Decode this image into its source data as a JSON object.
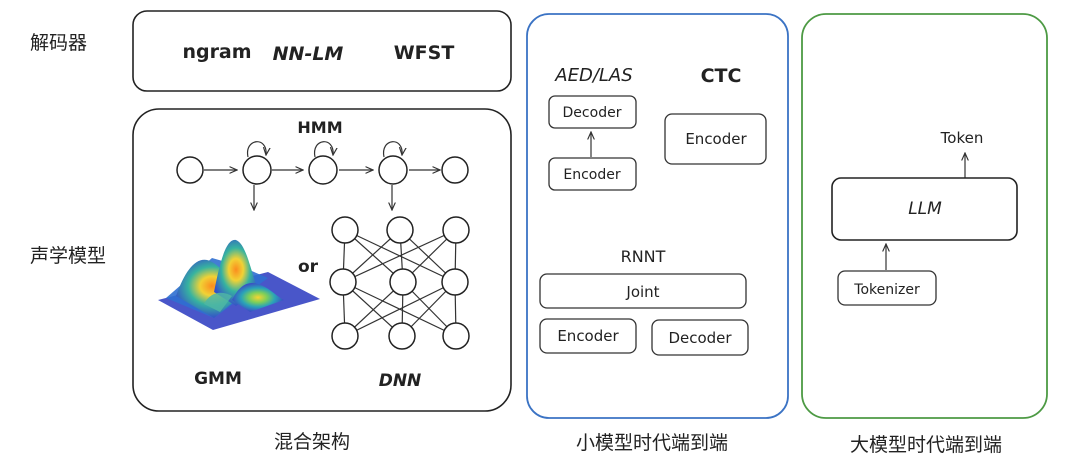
{
  "labels": {
    "decoder_row": "解码器",
    "acoustic_row": "声学模型",
    "hybrid_caption": "混合架构",
    "small_caption": "小模型时代端到端",
    "large_caption": "大模型时代端到端"
  },
  "decoders": [
    "ngram",
    "NN-LM",
    "WFST"
  ],
  "hybrid": {
    "hmm": "HMM",
    "or": "or",
    "gmm": "GMM",
    "dnn": "DNN"
  },
  "small_e2e": {
    "aed_title": "AED/LAS",
    "aed_decoder": "Decoder",
    "aed_encoder": "Encoder",
    "ctc_title": "CTC",
    "ctc_encoder": "Encoder",
    "rnnt_title": "RNNT",
    "rnnt_joint": "Joint",
    "rnnt_encoder": "Encoder",
    "rnnt_decoder": "Decoder"
  },
  "large_e2e": {
    "token": "Token",
    "llm": "LLM",
    "tokenizer": "Tokenizer"
  },
  "colors": {
    "ink": "#222222",
    "small_panel": "#3b73c4",
    "large_panel": "#4d9a44"
  }
}
